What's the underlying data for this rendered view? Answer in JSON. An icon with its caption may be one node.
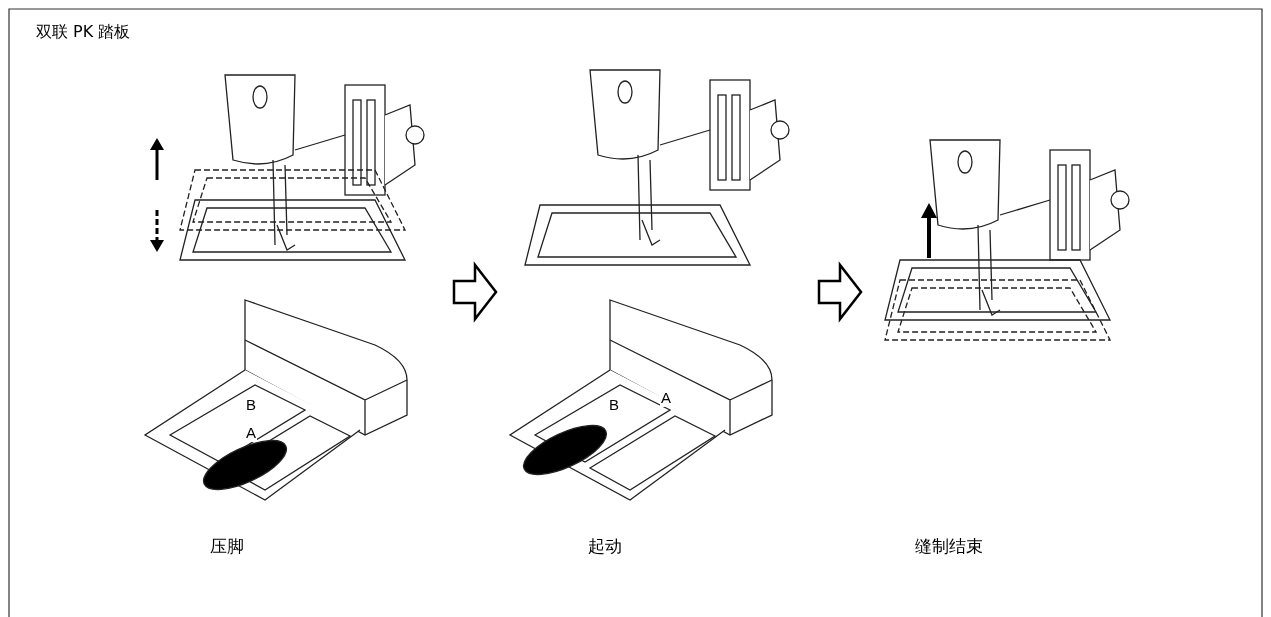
{
  "diagram": {
    "title": "双联 PK 踏板",
    "nodes": [
      {
        "text": [
          "压脚"
        ]
      },
      {
        "text": [
          "起动"
        ]
      },
      {
        "text": [
          "缝制结束"
        ]
      }
    ],
    "edges": [
      {
        "from": 0,
        "to": 1,
        "arrow": "to"
      },
      {
        "from": 1,
        "to": 2,
        "arrow": "to"
      }
    ],
    "labels": [
      "B",
      "A",
      "B",
      "A"
    ]
  }
}
